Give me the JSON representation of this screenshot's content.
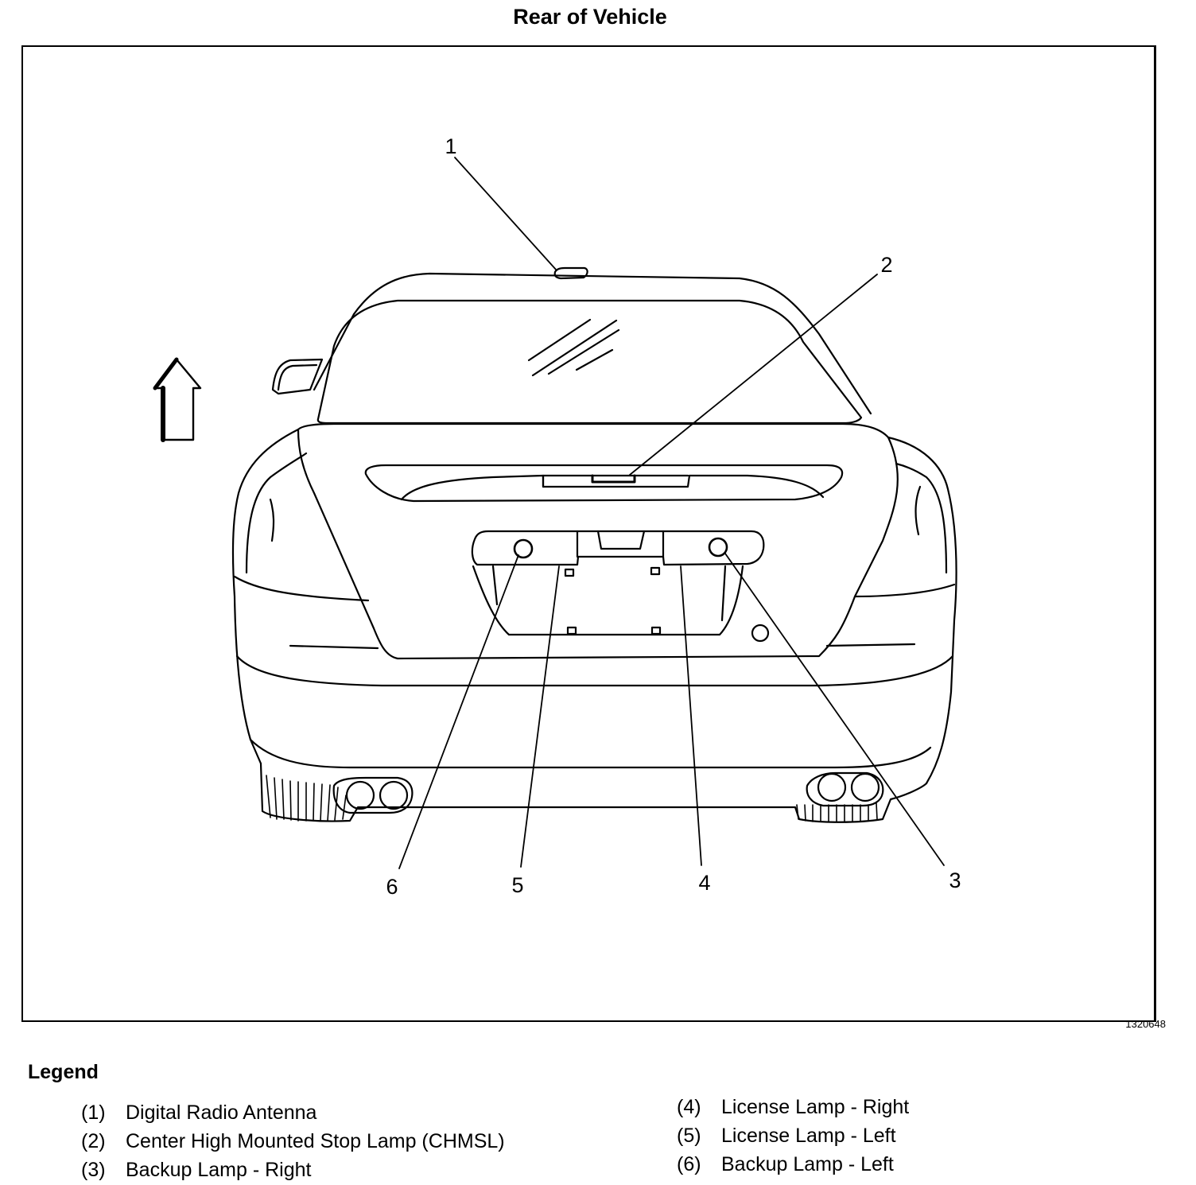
{
  "title": "Rear of Vehicle",
  "figure_number": "1320648",
  "callouts": [
    "1",
    "2",
    "3",
    "4",
    "5",
    "6"
  ],
  "legend": {
    "heading": "Legend",
    "items": [
      {
        "num": "(1)",
        "label": "Digital Radio Antenna"
      },
      {
        "num": "(2)",
        "label": "Center High Mounted Stop Lamp (CHMSL)"
      },
      {
        "num": "(3)",
        "label": "Backup Lamp - Right"
      },
      {
        "num": "(4)",
        "label": "License Lamp - Right"
      },
      {
        "num": "(5)",
        "label": "License Lamp - Left"
      },
      {
        "num": "(6)",
        "label": "Backup Lamp - Left"
      }
    ]
  }
}
